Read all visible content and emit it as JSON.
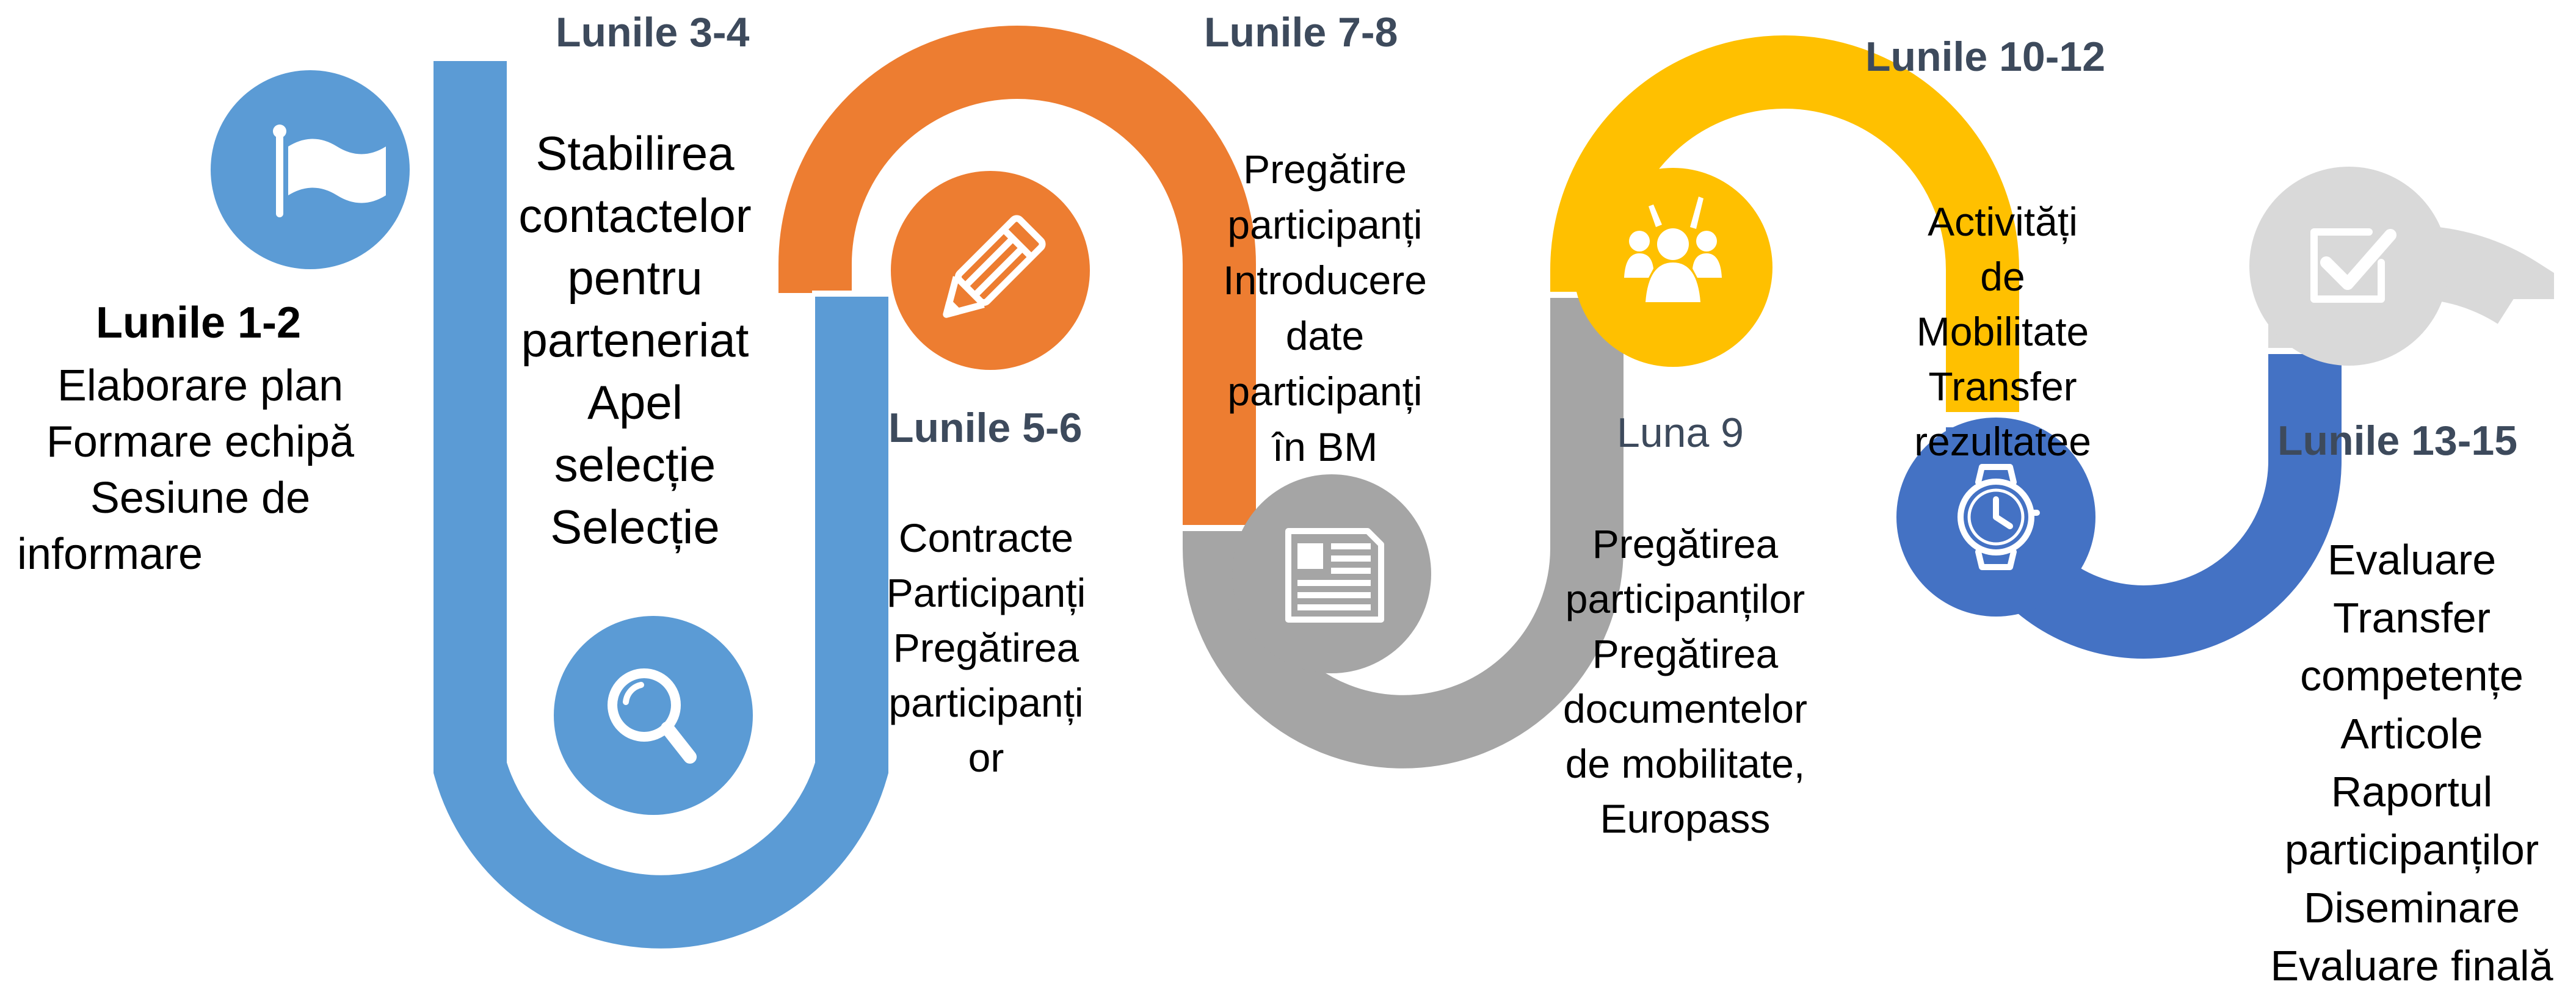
{
  "colors": {
    "blue": "#5b9bd5",
    "orange": "#ed7d31",
    "gray": "#a5a5a5",
    "yellow": "#ffc000",
    "navy": "#4472c4",
    "lightgray": "#d9d9d9",
    "text": "#000000",
    "heading": "#3d4a5c"
  },
  "stages": [
    {
      "heading": "Lunile 1-2",
      "icon": "flag-icon",
      "color": "#5b9bd5",
      "items": [
        "Elaborare plan",
        "Formare echipă",
        "Sesiune de",
        "informare"
      ]
    },
    {
      "heading": "Lunile 3-4",
      "icon": "magnifier-icon",
      "color": "#5b9bd5",
      "items": [
        "Stabilirea",
        "contactelor",
        "pentru",
        "parteneriat",
        "Apel",
        "selecție",
        "Selecție"
      ]
    },
    {
      "heading": "Lunile 5-6",
      "icon": "pencil-icon",
      "color": "#ed7d31",
      "items": [
        "Contracte",
        "Participanți",
        "Pregătirea",
        "participanți",
        "or"
      ]
    },
    {
      "heading": "Lunile 7-8",
      "icon": "newspaper-icon",
      "color": "#a5a5a5",
      "items": [
        "Pregătire",
        "participanți",
        "Introducere",
        "date",
        "participanți",
        "în BM"
      ]
    },
    {
      "heading": "Luna 9",
      "icon": "cheering-people-icon",
      "color": "#ffc000",
      "items": [
        "Pregătirea",
        "participanților",
        "Pregătirea",
        "documentelor",
        "de mobilitate,",
        "Europass"
      ]
    },
    {
      "heading": "Lunile 10-12",
      "icon": "watch-icon",
      "color": "#4472c4",
      "items": [
        "Activități",
        "de",
        "Mobilitate",
        "Transfer",
        "rezultatee"
      ]
    },
    {
      "heading": "Lunile 13-15",
      "icon": "checkbox-icon",
      "color": "#d9d9d9",
      "items": [
        "Evaluare",
        "Transfer",
        "competențe",
        "Articole",
        "Raportul",
        "participanților",
        "Diseminare",
        "Evaluare finală"
      ]
    }
  ]
}
